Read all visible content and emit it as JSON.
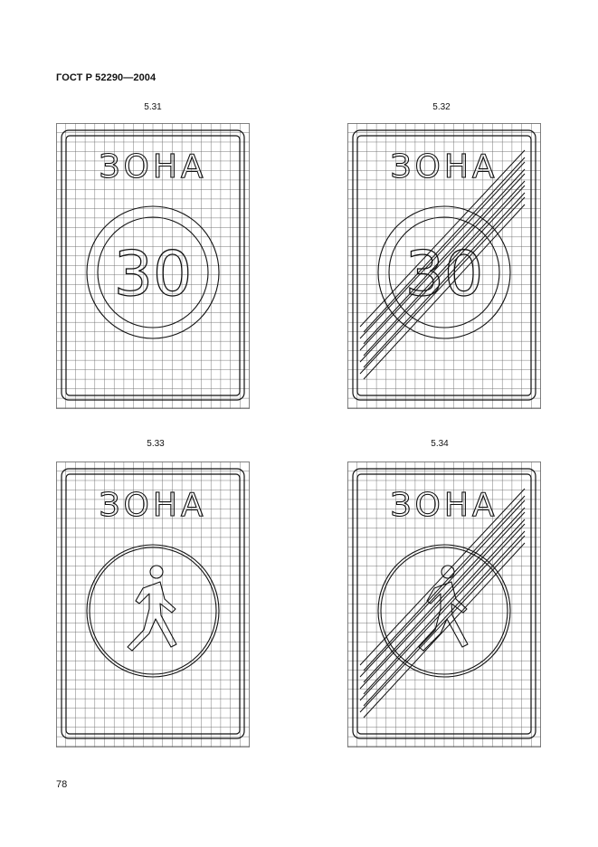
{
  "header": {
    "document_code": "ГОСТ Р 52290—2004"
  },
  "signs": [
    {
      "label": "5.31",
      "zone_text": "ЗОНА",
      "symbol": "speed-limit",
      "speed_value": "30",
      "cancelled": false
    },
    {
      "label": "5.32",
      "zone_text": "ЗОНА",
      "symbol": "speed-limit",
      "speed_value": "30",
      "cancelled": true
    },
    {
      "label": "5.33",
      "zone_text": "ЗОНА",
      "symbol": "pedestrian-icon",
      "cancelled": false
    },
    {
      "label": "5.34",
      "zone_text": "ЗОНА",
      "symbol": "pedestrian-icon",
      "cancelled": true
    }
  ],
  "footer": {
    "page_number": "78"
  },
  "colors": {
    "ink": "#111111",
    "grid": "#6a6a6a",
    "background": "#ffffff"
  }
}
